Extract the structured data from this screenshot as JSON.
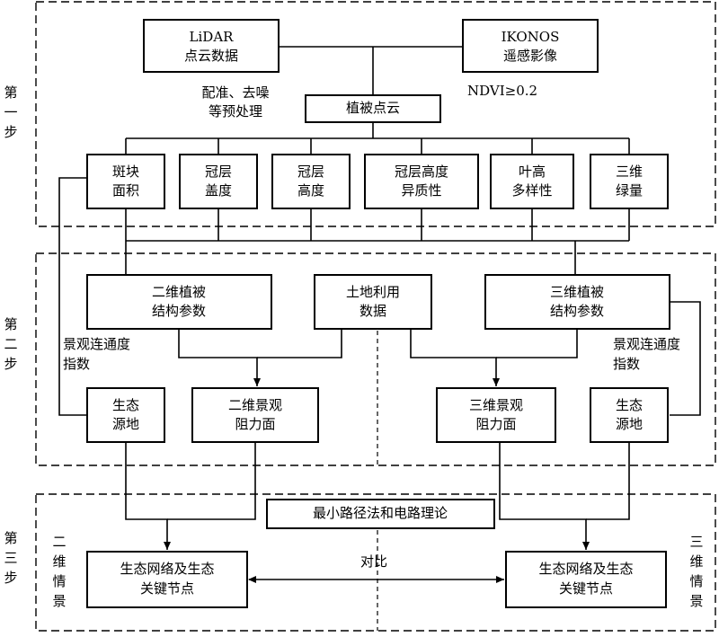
{
  "steps": {
    "step1": [
      "第",
      "一",
      "步"
    ],
    "step2": [
      "第",
      "二",
      "步"
    ],
    "step3": [
      "第",
      "三",
      "步"
    ]
  },
  "sources": {
    "lidar": [
      "LiDAR",
      "点云数据"
    ],
    "ikonos": [
      "IKONOS",
      "遥感影像"
    ]
  },
  "preprocess": [
    "配准、去噪",
    "等预处理"
  ],
  "ndvi": "NDVI≥0.2",
  "veg_point_cloud": "植被点云",
  "metrics": {
    "patch_area": [
      "斑块",
      "面积"
    ],
    "canopy_cover": [
      "冠层",
      "盖度"
    ],
    "canopy_height": [
      "冠层",
      "高度"
    ],
    "canopy_height_heterogeneity": [
      "冠层高度",
      "异质性"
    ],
    "foliage_height_diversity": [
      "叶高",
      "多样性"
    ],
    "green_volume_3d": [
      "三维",
      "绿量"
    ]
  },
  "params": {
    "veg_2d": [
      "二维植被",
      "结构参数"
    ],
    "land_use": [
      "土地利用",
      "数据"
    ],
    "veg_3d": [
      "三维植被",
      "结构参数"
    ]
  },
  "connectivity_left": [
    "景观连通度",
    "指数"
  ],
  "connectivity_right": [
    "景观连通度",
    "指数"
  ],
  "sources_eco_left": [
    "生态",
    "源地"
  ],
  "resistance_2d": [
    "二维景观",
    "阻力面"
  ],
  "resistance_3d": [
    "三维景观",
    "阻力面"
  ],
  "sources_eco_right": [
    "生态",
    "源地"
  ],
  "method": "最小路径法和电路理论",
  "compare": "对比",
  "scenario_2d": [
    "二",
    "维",
    "情",
    "景"
  ],
  "scenario_3d": [
    "三",
    "维",
    "情",
    "景"
  ],
  "network_2d": [
    "生态网络及生态",
    "关键节点"
  ],
  "network_3d": [
    "生态网络及生态",
    "关键节点"
  ]
}
